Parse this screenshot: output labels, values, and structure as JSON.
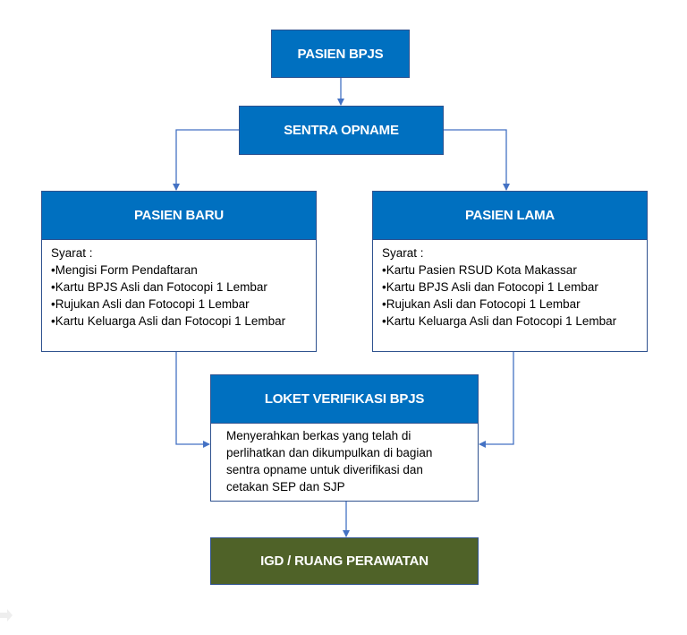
{
  "flowchart": {
    "start": {
      "label": "PASIEN BPJS"
    },
    "sentra": {
      "label": "SENTRA OPNAME"
    },
    "pasien_baru": {
      "title": "PASIEN BARU",
      "requirements_label": "Syarat :",
      "items": [
        "•Mengisi Form Pendaftaran",
        "•Kartu BPJS Asli dan Fotocopi 1 Lembar",
        "•Rujukan Asli dan Fotocopi 1 Lembar",
        "•Kartu Keluarga Asli dan Fotocopi 1 Lembar"
      ]
    },
    "pasien_lama": {
      "title": "PASIEN LAMA",
      "requirements_label": "Syarat :",
      "items": [
        "•Kartu Pasien RSUD Kota Makassar",
        "•Kartu BPJS Asli dan Fotocopi 1 Lembar",
        "•Rujukan Asli dan Fotocopi 1 Lembar",
        "•Kartu Keluarga Asli dan Fotocopi 1 Lembar"
      ]
    },
    "loket": {
      "title": "LOKET VERIFIKASI BPJS",
      "description_lines": [
        "Menyerahkan berkas yang telah di",
        "perlihatkan dan dikumpulkan di bagian",
        "sentra opname untuk diverifikasi dan",
        "cetakan SEP dan SJP"
      ]
    },
    "end": {
      "label": "IGD / RUANG PERAWATAN"
    }
  },
  "colors": {
    "header_blue": "#0070c0",
    "end_green": "#4f6228",
    "connector": "#4472c4",
    "border": "#2f528f"
  }
}
